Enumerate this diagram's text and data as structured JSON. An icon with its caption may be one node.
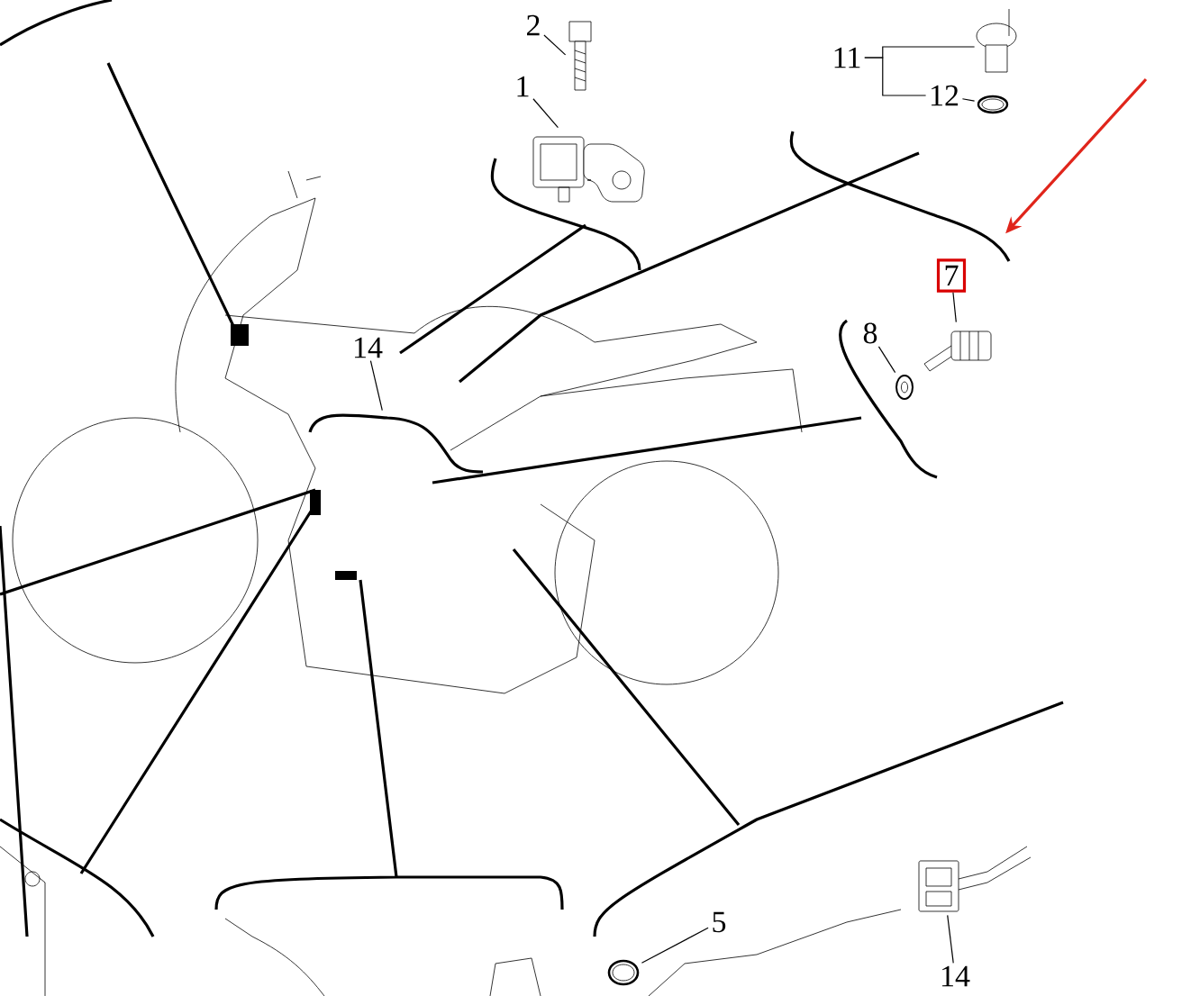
{
  "diagram": {
    "nodes": [
      {
        "text": [
          "2"
        ]
      },
      {
        "text": [],
        "shape": "picture"
      },
      {
        "text": [
          "1"
        ]
      },
      {
        "text": [],
        "shape": "picture"
      },
      {
        "text": [
          "11"
        ]
      },
      {
        "text": [],
        "shape": "picture"
      },
      {
        "text": [
          "12"
        ]
      },
      {
        "text": [],
        "shape": "picture"
      },
      {
        "text": [
          "7"
        ]
      },
      {
        "text": [],
        "shape": "picture"
      },
      {
        "text": [
          "8"
        ]
      },
      {
        "text": [],
        "shape": "picture"
      },
      {
        "text": [
          "14"
        ]
      },
      {
        "text": [],
        "shape": "picture"
      },
      {
        "text": [
          "5"
        ]
      },
      {
        "text": [],
        "shape": "picture"
      },
      {
        "text": [
          "14"
        ]
      },
      {
        "text": [],
        "shape": "picture"
      }
    ],
    "edges": [
      {
        "from": 0,
        "to": 1,
        "arrow": "none"
      },
      {
        "from": 2,
        "to": 3,
        "arrow": "none"
      },
      {
        "from": 4,
        "to": 5,
        "arrow": "none"
      },
      {
        "from": 4,
        "to": 6,
        "arrow": "none"
      },
      {
        "from": 6,
        "to": 7,
        "arrow": "none"
      },
      {
        "from": 8,
        "to": 9,
        "arrow": "none"
      },
      {
        "from": 10,
        "to": 11,
        "arrow": "none"
      },
      {
        "from": 12,
        "to": 13,
        "arrow": "none"
      },
      {
        "from": 14,
        "to": 15,
        "arrow": "none"
      },
      {
        "from": 16,
        "to": 17,
        "arrow": "none"
      },
      {
        "from": null,
        "to": 8,
        "arrow": "to",
        "color": "#e0251b"
      }
    ]
  }
}
